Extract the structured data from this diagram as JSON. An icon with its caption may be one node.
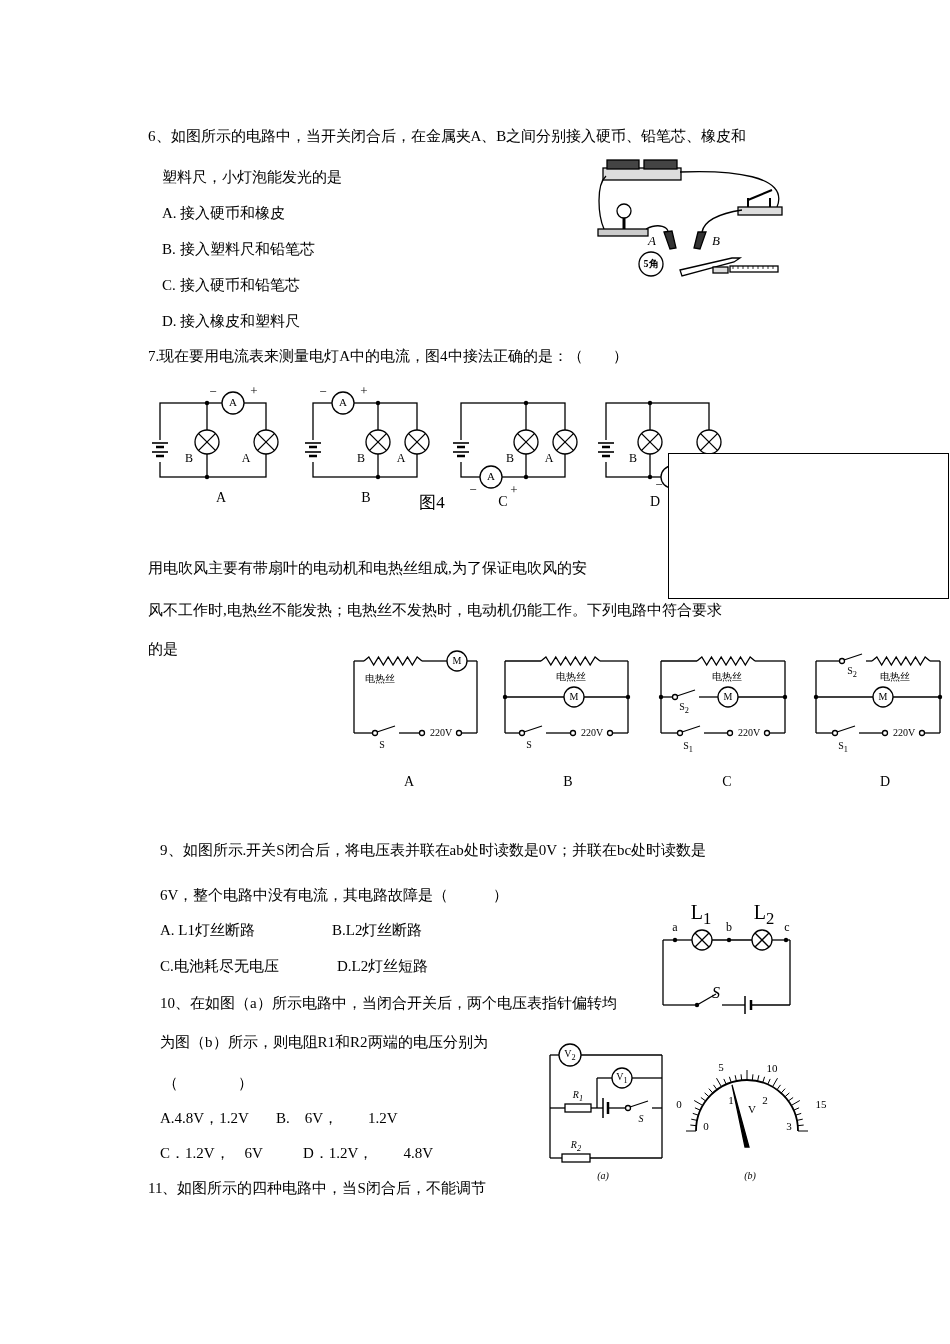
{
  "diagram": {
    "labels": [
      "6、如图所示的电路中，当开关闭合后，在金属夹A、B之间分别接入硬币、铅笔芯、橡皮和",
      "塑料尺，小灯泡能发光的是",
      "A.  接入硬币和橡皮",
      "B.  接入塑料尺和铅笔芯",
      "C.  接入硬币和铅笔芯",
      "D.  接入橡皮和塑料尺",
      "A",
      "B",
      "5角",
      "7.现在要用电流表来测量电灯A中的电流，图4中接法正确的是：（　　）",
      "A",
      "−",
      "+",
      "B",
      "A",
      "A",
      "−",
      "A",
      "+",
      "B",
      "A",
      "B",
      "图4",
      "B",
      "A",
      "−",
      "A",
      "+",
      "C",
      "B",
      "−",
      "D",
      "用电吹风主要有带扇叶的电动机和电热丝组成,为了保证电吹风的安",
      "风不工作时,电热丝不能发热；电热丝不发热时，电动机仍能工作。下列电路中符合要求",
      "的是",
      "电热丝",
      "M",
      "S",
      "220V",
      "A",
      "电热丝",
      "M",
      "S",
      "220V",
      "B",
      "电热丝",
      "S$_{2}$",
      "M",
      "S$_{1}$",
      "220V",
      "C",
      "S$_{2}$",
      "电热丝",
      "M",
      "S$_{1}$",
      "220V",
      "D",
      "9、如图所示.开关S闭合后，将电压表并联在ab处时读数是0V；并联在bc处时读数是",
      "6V，整个电路中没有电流，其电路故障是（　　　）",
      "A.  L1灯丝断路",
      "B.L2灯丝断路",
      "C.电池耗尽无电压",
      "D.L2灯丝短路",
      "a",
      "L$_{1}$",
      "b",
      "L$_{2}$",
      "c",
      "S",
      "10、在如图（a）所示电路中，当闭合开关后，两个电压表指针偏转均",
      "为图（b）所示，则电阻R1和R2两端的电压分别为",
      "（　　　　）",
      "A.4.8V，1.2V",
      "B.　6V，　　1.2V",
      "C．1.2V，　6V",
      "D．1.2V，　　4.8V",
      "V$_{2}$",
      "V$_{1}$",
      "R$_{1}$",
      "S",
      "R$_{2}$",
      "(a)",
      "0",
      "0",
      "5",
      "1",
      "V",
      "10",
      "2",
      "3",
      "15",
      "(b)",
      "11、如图所示的四种电路中，当S闭合后，不能调节"
    ]
  }
}
